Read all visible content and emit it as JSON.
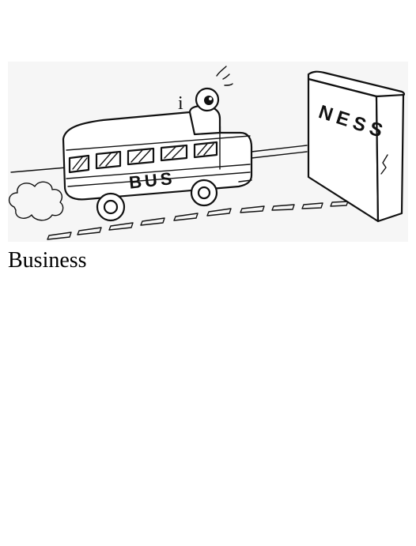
{
  "illustration": {
    "bus_label": "BUS",
    "wall_label": "NESS",
    "rider_letter": "i"
  },
  "caption": "Business"
}
